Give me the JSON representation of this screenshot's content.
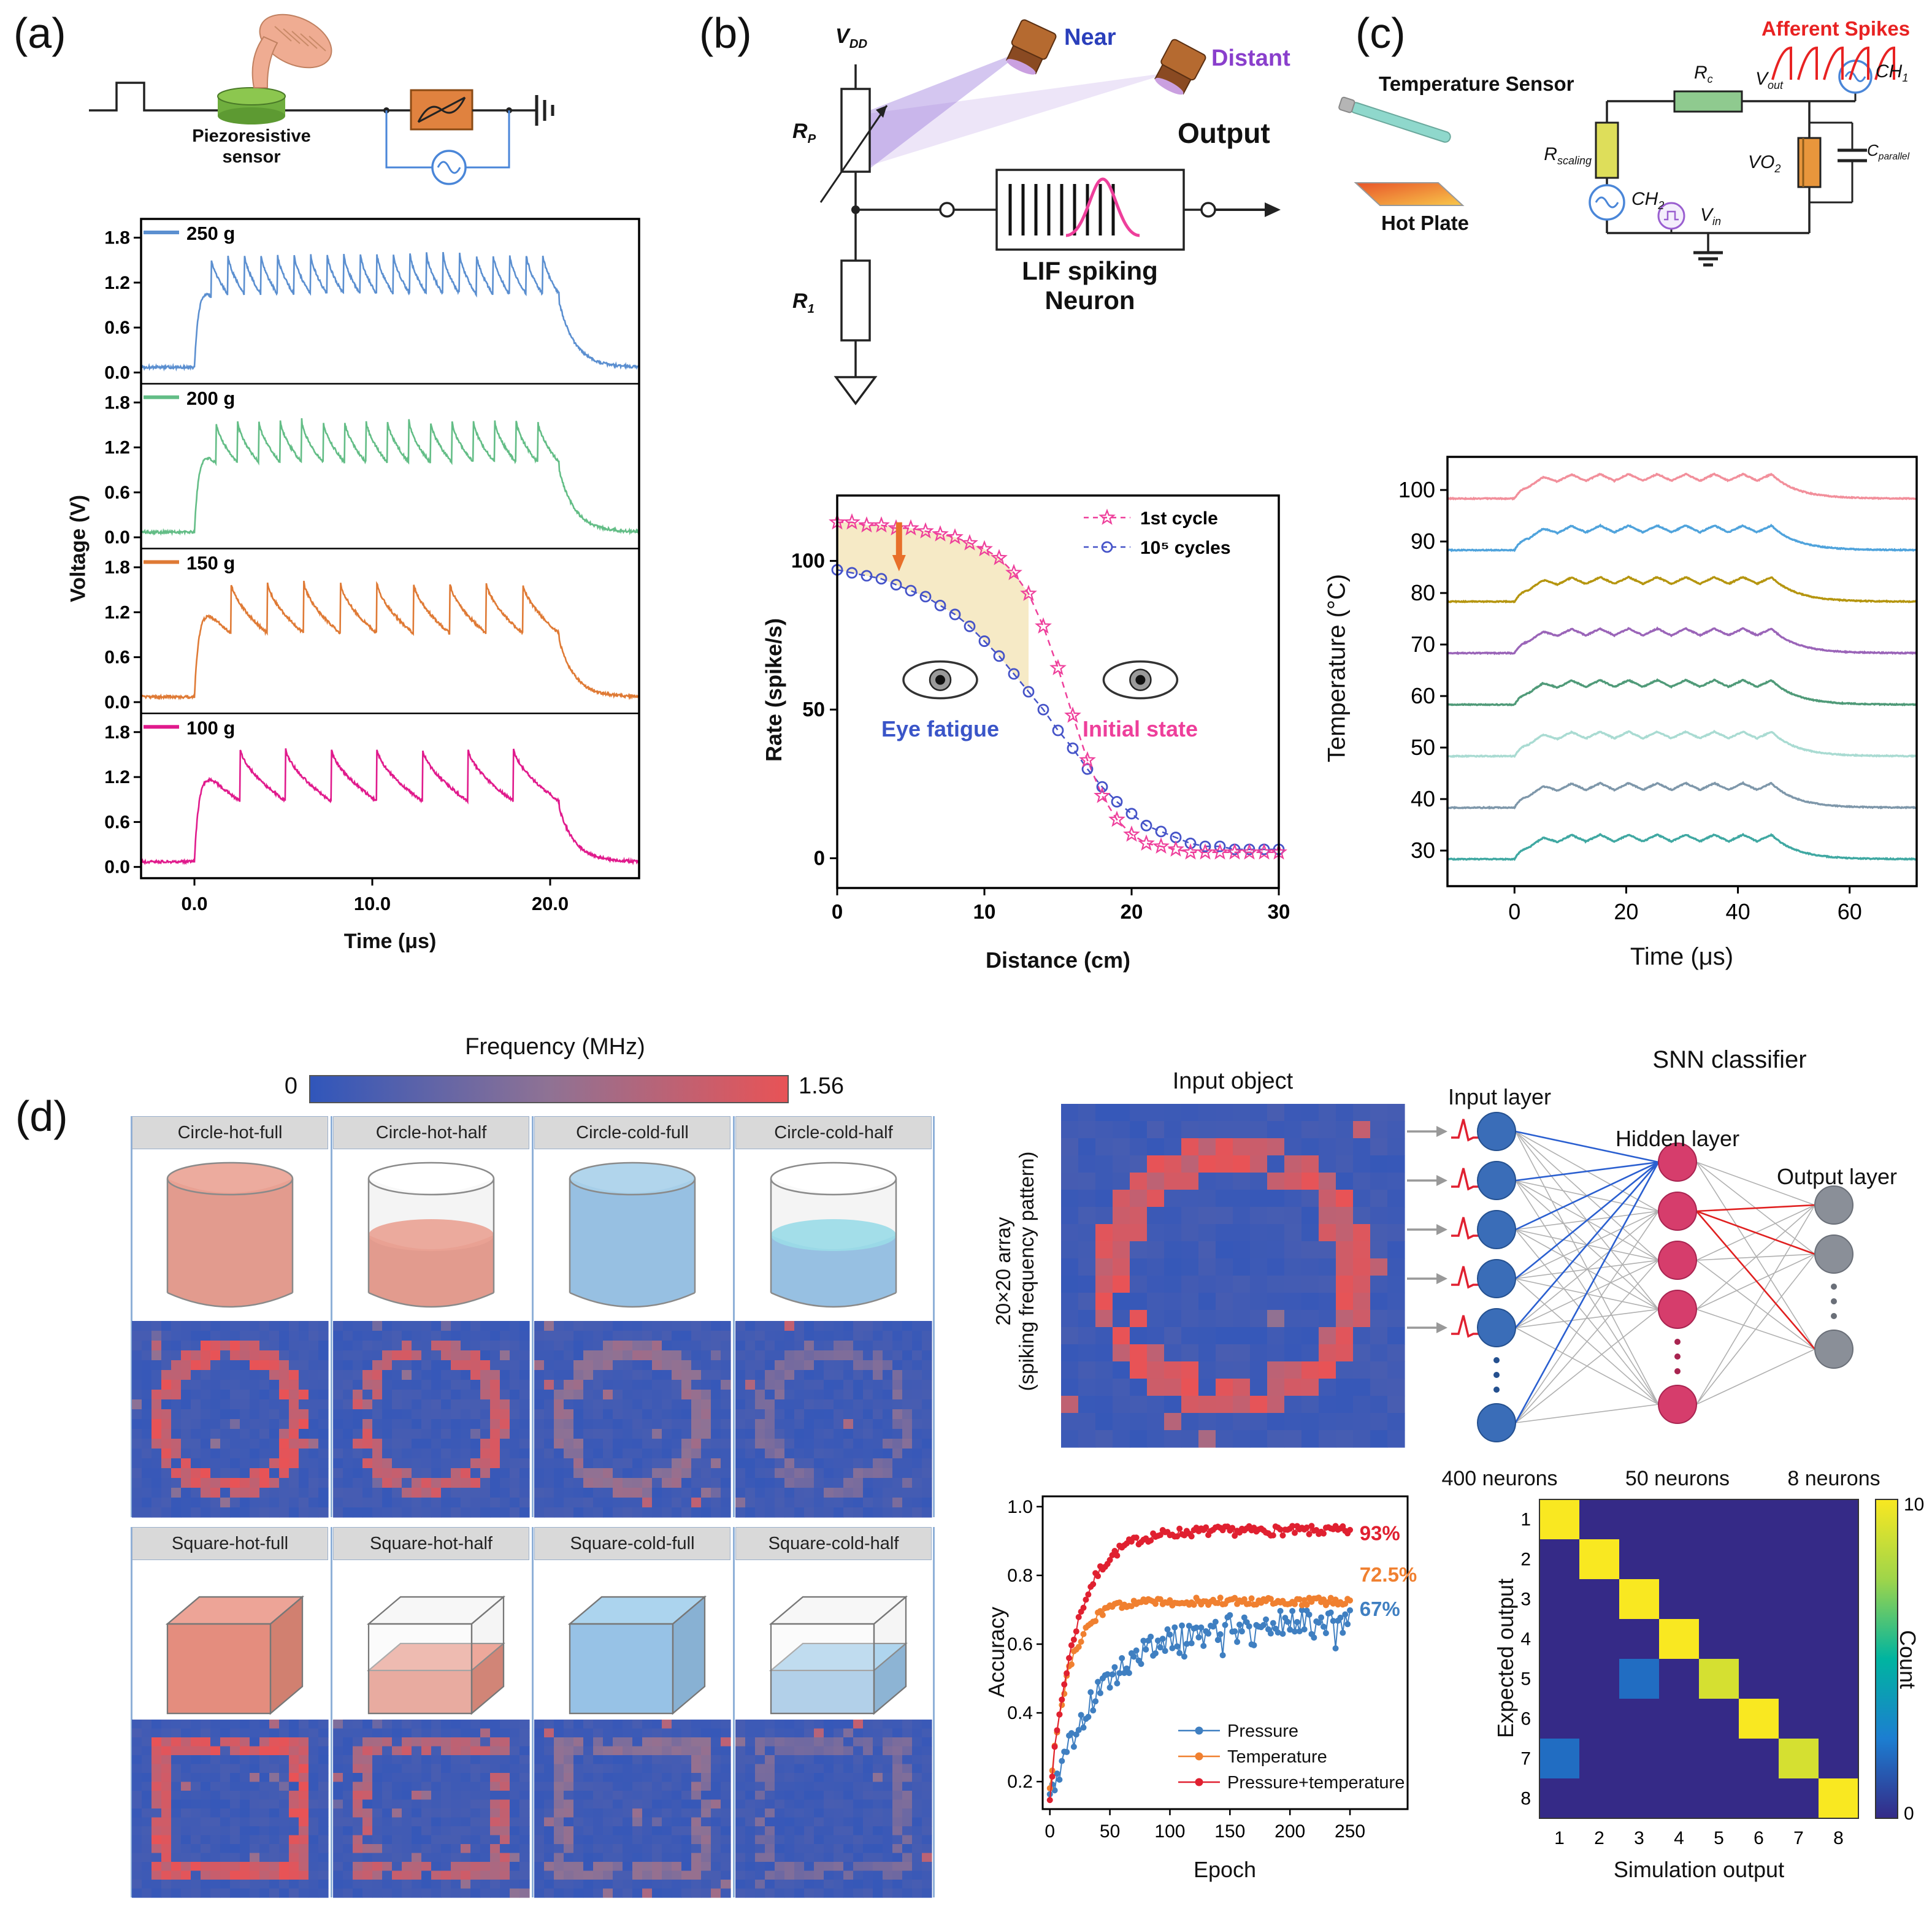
{
  "panel_a": {
    "label": "(a)",
    "sensor_label_line1": "Piezoresistive",
    "sensor_label_line2": "sensor",
    "xlabel": "Time (μs)",
    "ylabel": "Voltage (V)"
  },
  "panel_b": {
    "label": "(b)",
    "near": "Near",
    "distant": "Distant",
    "output": "Output",
    "lif_line1": "LIF spiking",
    "lif_line2": "Neuron",
    "vdd_main": "V",
    "vdd_sub": "DD",
    "rp_main": "R",
    "rp_sub": "P",
    "r1_main": "R",
    "r1_sub": "1",
    "xlabel": "Distance (cm)",
    "ylabel": "Rate (spike/s)",
    "eye_fatigue": "Eye fatigue",
    "initial_state": "Initial state"
  },
  "panel_c": {
    "label": "(c)",
    "temperature_sensor": "Temperature Sensor",
    "hot_plate": "Hot Plate",
    "afferent_spikes": "Afferent Spikes",
    "rscaling_main": "R",
    "rscaling_sub": "scaling",
    "rc_main": "R",
    "rc_sub": "c",
    "vout_main": "V",
    "vout_sub": "out",
    "vin_main": "V",
    "vin_sub": "in",
    "vo2_main": "VO",
    "vo2_sub": "2",
    "cpar_main": "C",
    "cpar_sub": "parallel",
    "ch1_main": "CH",
    "ch1_sub": "1",
    "ch2_main": "CH",
    "ch2_sub": "2",
    "xlabel": "Time (μs)",
    "ylabel": "Temperature (°C)"
  },
  "panel_d": {
    "label": "(d)",
    "colorbar_title": "Frequency (MHz)",
    "colorbar_min": "0",
    "colorbar_max": "1.56",
    "input_object": "Input object",
    "array_line1": "20×20 array",
    "array_line2": "(spiking frequency pattern)",
    "snn_classifier": "SNN classifier",
    "input_layer": "Input layer",
    "hidden_layer": "Hidden layer",
    "output_layer": "Output layer",
    "input_neurons": "400 neurons",
    "hidden_neurons": "50 neurons",
    "output_neurons": "8 neurons",
    "acc_xlabel": "Epoch",
    "acc_ylabel": "Accuracy",
    "conf_xlabel": "Simulation output",
    "conf_ylabel": "Expected output",
    "conf_cbar": "Count"
  },
  "chart_data": {
    "pressure_oscillations": {
      "type": "line",
      "xlabel": "Time (μs)",
      "ylabel": "Voltage (V)",
      "xlim": [
        -3,
        25
      ],
      "x_ticks": [
        0,
        10,
        20
      ],
      "x_tick_labels": [
        "0.0",
        "10.0",
        "20.0"
      ],
      "ylim": [
        -0.15,
        2.05
      ],
      "y_ticks": [
        0,
        0.6,
        1.2,
        1.8
      ],
      "y_tick_labels": [
        "0.0",
        "0.6",
        "1.2",
        "1.8"
      ],
      "series": [
        {
          "name": "250 g",
          "color": "#5b8fd0",
          "cycles": 22,
          "t_end": 20.5,
          "base": 0.07,
          "osc_low": 1.05,
          "osc_high": 1.62
        },
        {
          "name": "200 g",
          "color": "#63bd86",
          "cycles": 17,
          "t_end": 20.5,
          "base": 0.07,
          "osc_low": 1.0,
          "osc_high": 1.58
        },
        {
          "name": "150 g",
          "color": "#df7a35",
          "cycles": 10,
          "t_end": 20.5,
          "base": 0.07,
          "osc_low": 0.92,
          "osc_high": 1.62
        },
        {
          "name": "100 g",
          "color": "#e01a8c",
          "cycles": 8,
          "t_end": 20.5,
          "base": 0.07,
          "osc_low": 0.88,
          "osc_high": 1.6
        }
      ]
    },
    "rate_vs_distance": {
      "type": "scatter-line",
      "xlabel": "Distance (cm)",
      "ylabel": "Rate (spike/s)",
      "xlim": [
        0,
        30
      ],
      "x_ticks": [
        0,
        10,
        20,
        30
      ],
      "ylim": [
        -10,
        122
      ],
      "y_ticks": [
        0,
        50,
        100
      ],
      "series": [
        {
          "name": "1st cycle",
          "color": "#ee3f9b",
          "marker": "star",
          "x": [
            0,
            1,
            2,
            3,
            4,
            5,
            6,
            7,
            8,
            9,
            10,
            11,
            12,
            13,
            14,
            15,
            16,
            17,
            18,
            19,
            20,
            21,
            22,
            23,
            24,
            25,
            26,
            27,
            28,
            29,
            30
          ],
          "y": [
            113,
            113,
            112,
            112,
            111,
            111,
            110,
            109,
            108,
            106,
            104,
            101,
            96,
            89,
            78,
            64,
            48,
            33,
            21,
            13,
            8,
            5,
            4,
            3,
            2,
            2,
            2,
            2,
            2,
            2,
            2
          ]
        },
        {
          "name": "10⁵ cycles",
          "color": "#4553c8",
          "marker": "circle",
          "x": [
            0,
            1,
            2,
            3,
            4,
            5,
            6,
            7,
            8,
            9,
            10,
            11,
            12,
            13,
            14,
            15,
            16,
            17,
            18,
            19,
            20,
            21,
            22,
            23,
            24,
            25,
            26,
            27,
            28,
            29,
            30
          ],
          "y": [
            97,
            96,
            95,
            94,
            92,
            90,
            88,
            85,
            82,
            78,
            73,
            68,
            62,
            56,
            50,
            43,
            37,
            30,
            24,
            19,
            15,
            11,
            9,
            7,
            5,
            4,
            4,
            3,
            3,
            3,
            3
          ]
        }
      ]
    },
    "temperature_traces": {
      "type": "line",
      "xlabel": "Time (μs)",
      "ylabel": "Temperature (°C)",
      "xlim": [
        -12,
        72
      ],
      "x_ticks": [
        0,
        20,
        40,
        60
      ],
      "labels": [
        "100",
        "90",
        "80",
        "70",
        "60",
        "50",
        "40",
        "30"
      ],
      "colors": [
        "#f28f9b",
        "#4fa3dc",
        "#b5950f",
        "#9a64b8",
        "#4f9a78",
        "#a9dbd2",
        "#7e97aa",
        "#3fa8a2"
      ],
      "burst_start": 0,
      "burst_end": 46,
      "cycles": 9
    },
    "heatmap_grid": {
      "colormap": {
        "stops": [
          "#3056bb",
          "#8f7294",
          "#e85356"
        ]
      },
      "freq_min": 0,
      "freq_max": 1.56,
      "grid_size": 20,
      "columns": [
        {
          "label": "Circle-hot-full",
          "shape": "circle",
          "temp": "hot",
          "fill": "full",
          "intensity": 0.95,
          "drop": 0.08,
          "seed": 11
        },
        {
          "label": "Circle-hot-half",
          "shape": "circle",
          "temp": "hot",
          "fill": "half",
          "intensity": 0.85,
          "drop": 0.16,
          "seed": 22
        },
        {
          "label": "Circle-cold-full",
          "shape": "circle",
          "temp": "cold",
          "fill": "full",
          "intensity": 0.55,
          "drop": 0.12,
          "seed": 33
        },
        {
          "label": "Circle-cold-half",
          "shape": "circle",
          "temp": "cold",
          "fill": "half",
          "intensity": 0.42,
          "drop": 0.25,
          "seed": 44
        },
        {
          "label": "Square-hot-full",
          "shape": "square",
          "temp": "hot",
          "fill": "full",
          "intensity": 0.95,
          "drop": 0.08,
          "seed": 55
        },
        {
          "label": "Square-hot-half",
          "shape": "square",
          "temp": "hot",
          "fill": "half",
          "intensity": 0.8,
          "drop": 0.18,
          "seed": 66
        },
        {
          "label": "Square-cold-full",
          "shape": "square",
          "temp": "cold",
          "fill": "full",
          "intensity": 0.5,
          "drop": 0.14,
          "seed": 77
        },
        {
          "label": "Square-cold-half",
          "shape": "square",
          "temp": "cold",
          "fill": "half",
          "intensity": 0.4,
          "drop": 0.26,
          "seed": 88
        }
      ]
    },
    "input_object": {
      "shape": "circle",
      "temp": "hot",
      "fill": "full",
      "intensity": 0.95,
      "drop": 0.1,
      "seed": 99,
      "grid_size": 20
    },
    "accuracy": {
      "type": "scatter-line",
      "xlabel": "Epoch",
      "ylabel": "Accuracy",
      "xlim": [
        -6,
        298
      ],
      "x_ticks": [
        0,
        50,
        100,
        150,
        200,
        250
      ],
      "ylim": [
        0.12,
        1.03
      ],
      "y_ticks": [
        0.2,
        0.4,
        0.6,
        0.8,
        1.0
      ],
      "epoch_step": 2,
      "epoch_max": 250,
      "series": [
        {
          "name": "Pressure",
          "color": "#3f7fc1",
          "start": 0.15,
          "final": 0.67,
          "tau": 45,
          "noise": 0.035,
          "label": "67%",
          "label_v": 0.7,
          "seed": 5,
          "dippy": true
        },
        {
          "name": "Temperature",
          "color": "#f08030",
          "start": 0.18,
          "final": 0.725,
          "tau": 16,
          "noise": 0.012,
          "label": "72.5%",
          "label_v": 0.8,
          "seed": 6,
          "dippy": false
        },
        {
          "name": "Pressure+temperature",
          "color": "#e02030",
          "start": 0.16,
          "final": 0.93,
          "tau": 22,
          "noise": 0.014,
          "label": "93%",
          "label_v": 0.92,
          "seed": 7,
          "dippy": false
        }
      ]
    },
    "confusion": {
      "type": "heatmap",
      "xlabel": "Simulation output",
      "ylabel": "Expected output",
      "x_tick_labels": [
        "1",
        "2",
        "3",
        "4",
        "5",
        "6",
        "7",
        "8"
      ],
      "y_tick_labels": [
        "1",
        "2",
        "3",
        "4",
        "5",
        "6",
        "7",
        "8"
      ],
      "cbar_label": "Count",
      "cbar_ticks": [
        "10",
        "0"
      ],
      "vmin": 0,
      "vmax": 10,
      "colormap": [
        "#352a87",
        "#1c7ed1",
        "#00b4a0",
        "#9fd54a",
        "#f9e821"
      ],
      "matrix": [
        [
          10,
          0,
          0,
          0,
          0,
          0,
          0,
          0
        ],
        [
          0,
          10,
          0,
          0,
          0,
          0,
          0,
          0
        ],
        [
          0,
          0,
          10,
          0,
          0,
          0,
          0,
          0
        ],
        [
          0,
          0,
          0,
          10,
          0,
          0,
          0,
          0
        ],
        [
          0,
          0,
          2,
          0,
          9,
          0,
          0,
          0
        ],
        [
          0,
          0,
          0,
          0,
          0,
          10,
          0,
          0
        ],
        [
          2,
          0,
          0,
          0,
          0,
          0,
          9,
          0
        ],
        [
          0,
          0,
          0,
          0,
          0,
          0,
          0,
          10
        ]
      ]
    }
  }
}
